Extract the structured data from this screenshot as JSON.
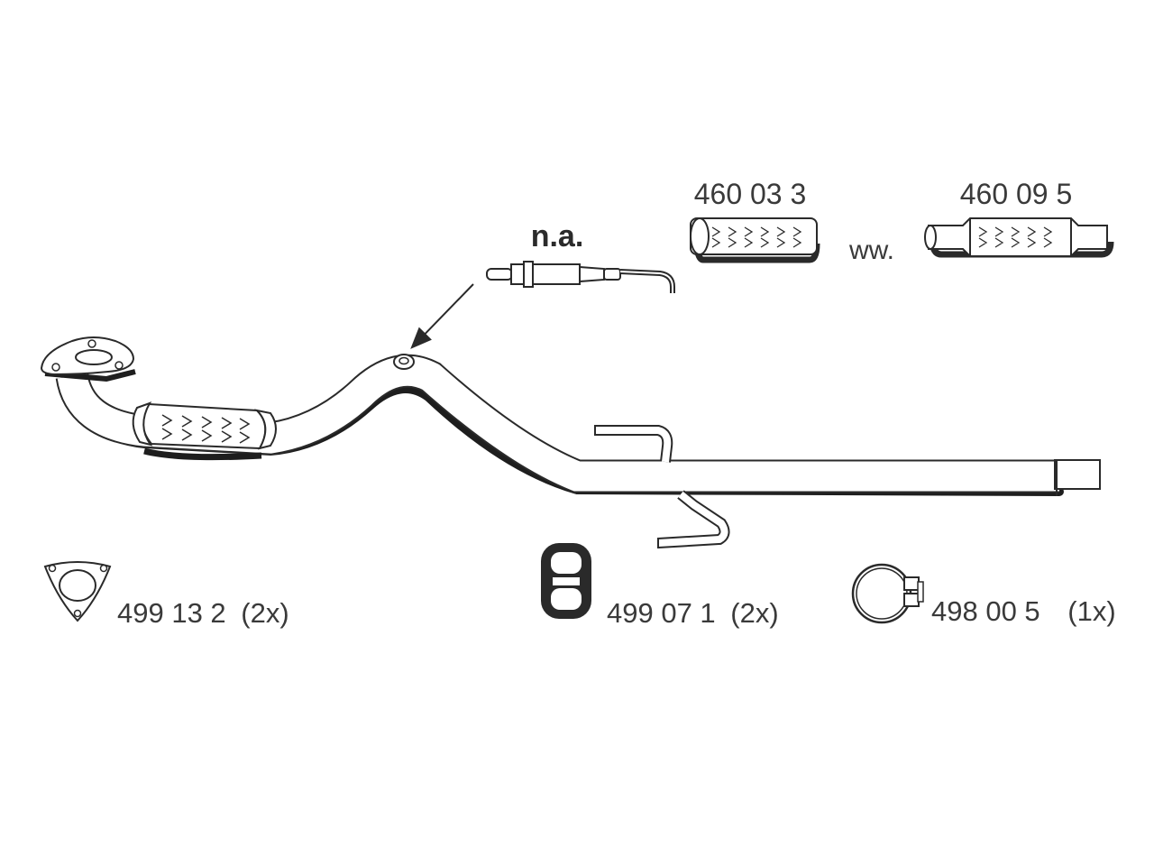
{
  "sensor": {
    "label": "n.a."
  },
  "flex_pipes": {
    "option_a": {
      "part_number": "460 03 3"
    },
    "separator": "ww.",
    "option_b": {
      "part_number": "460 09 5"
    }
  },
  "accessories": [
    {
      "part_number": "499 13 2",
      "quantity": "(2x)",
      "icon": "flange-gasket-icon"
    },
    {
      "part_number": "499 07 1",
      "quantity": "(2x)",
      "icon": "rubber-hanger-icon"
    },
    {
      "part_number": "498 00 5",
      "quantity": "(1x)",
      "icon": "pipe-clamp-icon"
    }
  ],
  "colors": {
    "line": "#2a2a2a",
    "fill": "#ffffff",
    "text": "#3a3a3a"
  }
}
